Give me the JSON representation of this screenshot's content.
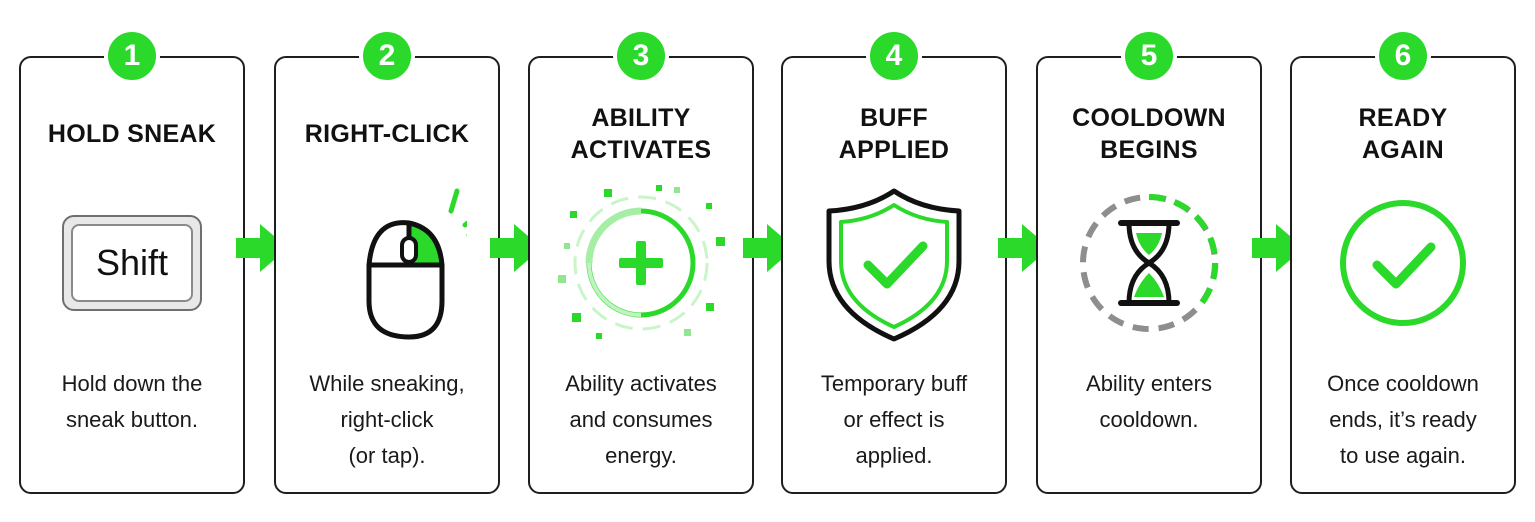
{
  "accent_color": "#2bd92b",
  "steps": [
    {
      "number": "1",
      "title": [
        "HOLD SNEAK"
      ],
      "icon": "shift-key-icon",
      "key_label": "Shift",
      "description": [
        "Hold down the",
        "sneak button."
      ]
    },
    {
      "number": "2",
      "title": [
        "RIGHT-CLICK"
      ],
      "icon": "mouse-right-click-icon",
      "description": [
        "While sneaking,",
        "right-click",
        "(or tap)."
      ]
    },
    {
      "number": "3",
      "title": [
        "ABILITY",
        "ACTIVATES"
      ],
      "icon": "ability-burst-icon",
      "description": [
        "Ability activates",
        "and consumes",
        "energy."
      ]
    },
    {
      "number": "4",
      "title": [
        "BUFF",
        "APPLIED"
      ],
      "icon": "shield-check-icon",
      "description": [
        "Temporary buff",
        "or effect is",
        "applied."
      ]
    },
    {
      "number": "5",
      "title": [
        "COOLDOWN",
        "BEGINS"
      ],
      "icon": "hourglass-icon",
      "description": [
        "Ability enters",
        "cooldown."
      ]
    },
    {
      "number": "6",
      "title": [
        "READY",
        "AGAIN"
      ],
      "icon": "check-circle-icon",
      "description": [
        "Once cooldown",
        "ends, it’s ready",
        "to use again."
      ]
    }
  ],
  "connector_icon": "arrow-right-icon"
}
